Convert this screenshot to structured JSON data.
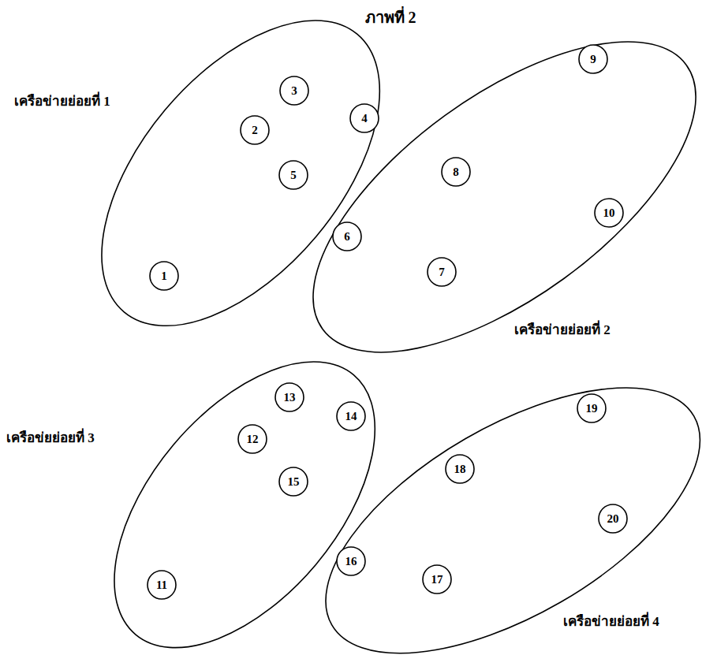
{
  "diagram": {
    "title": "ภาพที่ 2",
    "nodes": [
      {
        "text": [
          "เครือข่ายย่อยที่ 1"
        ]
      },
      {
        "text": [
          "1"
        ],
        "in": 0
      },
      {
        "text": [
          "2"
        ],
        "in": 0
      },
      {
        "text": [
          "3"
        ],
        "in": 0
      },
      {
        "text": [
          "4"
        ],
        "in": 0
      },
      {
        "text": [
          "5"
        ],
        "in": 0
      },
      {
        "text": [
          "เครือข่ายย่อยที่ 2"
        ]
      },
      {
        "text": [
          "6"
        ],
        "in": 6
      },
      {
        "text": [
          "7"
        ],
        "in": 6
      },
      {
        "text": [
          "8"
        ],
        "in": 6
      },
      {
        "text": [
          "9"
        ],
        "in": 6
      },
      {
        "text": [
          "10"
        ],
        "in": 6
      },
      {
        "text": [
          "เครือข่ยย่อยที่ 3"
        ]
      },
      {
        "text": [
          "11"
        ],
        "in": 12
      },
      {
        "text": [
          "12"
        ],
        "in": 12
      },
      {
        "text": [
          "13"
        ],
        "in": 12
      },
      {
        "text": [
          "14"
        ],
        "in": 12
      },
      {
        "text": [
          "15"
        ],
        "in": 12
      },
      {
        "text": [
          "เครือข่ายย่อยที่ 4"
        ]
      },
      {
        "text": [
          "16"
        ],
        "in": 18
      },
      {
        "text": [
          "17"
        ],
        "in": 18
      },
      {
        "text": [
          "18"
        ],
        "in": 18
      },
      {
        "text": [
          "19"
        ],
        "in": 18
      },
      {
        "text": [
          "20"
        ],
        "in": 18
      }
    ]
  }
}
